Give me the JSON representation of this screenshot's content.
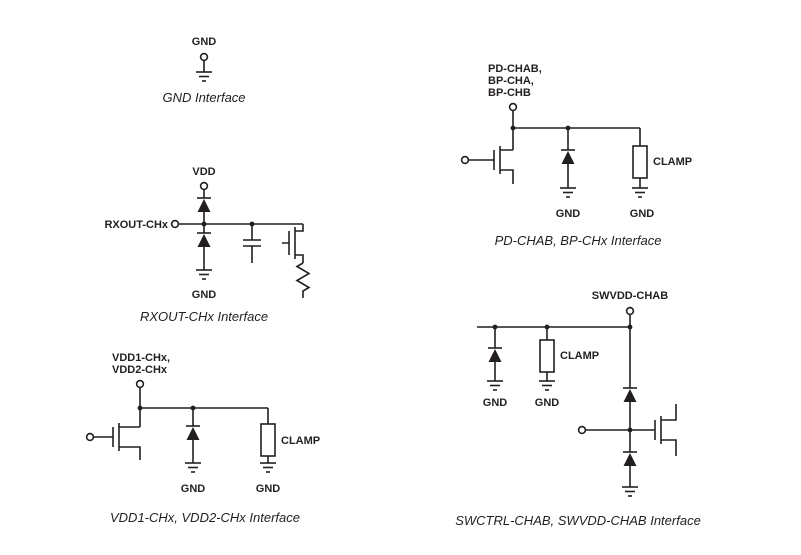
{
  "colors": {
    "ink": "#231f20",
    "background": "#ffffff"
  },
  "circuits": {
    "gnd": {
      "pin": "GND",
      "caption": "GND Interface"
    },
    "rxout": {
      "top_pin": "VDD",
      "left_pin": "RXOUT-CHx",
      "gnd": "GND",
      "caption": "RXOUT-CHx Interface"
    },
    "vdd": {
      "pin_line1": "VDD1-CHx,",
      "pin_line2": "VDD2-CHx",
      "clamp": "CLAMP",
      "gnd1": "GND",
      "gnd2": "GND",
      "caption": "VDD1-CHx, VDD2-CHx Interface"
    },
    "pd": {
      "pin_line1": "PD-CHAB,",
      "pin_line2": "BP-CHA,",
      "pin_line3": "BP-CHB",
      "clamp": "CLAMP",
      "gnd1": "GND",
      "gnd2": "GND",
      "caption": "PD-CHAB, BP-CHx Interface"
    },
    "sw": {
      "top_pin": "SWVDD-CHAB",
      "clamp": "CLAMP",
      "gnd1": "GND",
      "gnd2": "GND",
      "caption": "SWCTRL-CHAB, SWVDD-CHAB Interface"
    }
  }
}
